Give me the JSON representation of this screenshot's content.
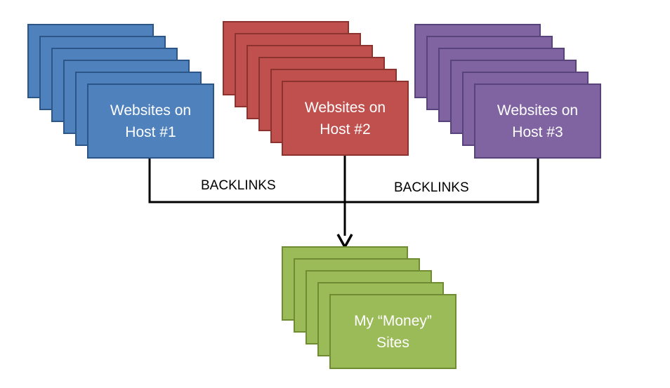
{
  "groups": [
    {
      "id": "host1",
      "label": "Websites on\nHost #1",
      "fill": "#4f81bd"
    },
    {
      "id": "host2",
      "label": "Websites on\nHost #2",
      "fill": "#c0504d"
    },
    {
      "id": "host3",
      "label": "Websites on\nHost #3",
      "fill": "#8064a2"
    }
  ],
  "target": {
    "label": "My “Money”\nSites",
    "fill": "#9bbb59"
  },
  "edge_labels": {
    "left": "BACKLINKS",
    "right": "BACKLINKS"
  }
}
